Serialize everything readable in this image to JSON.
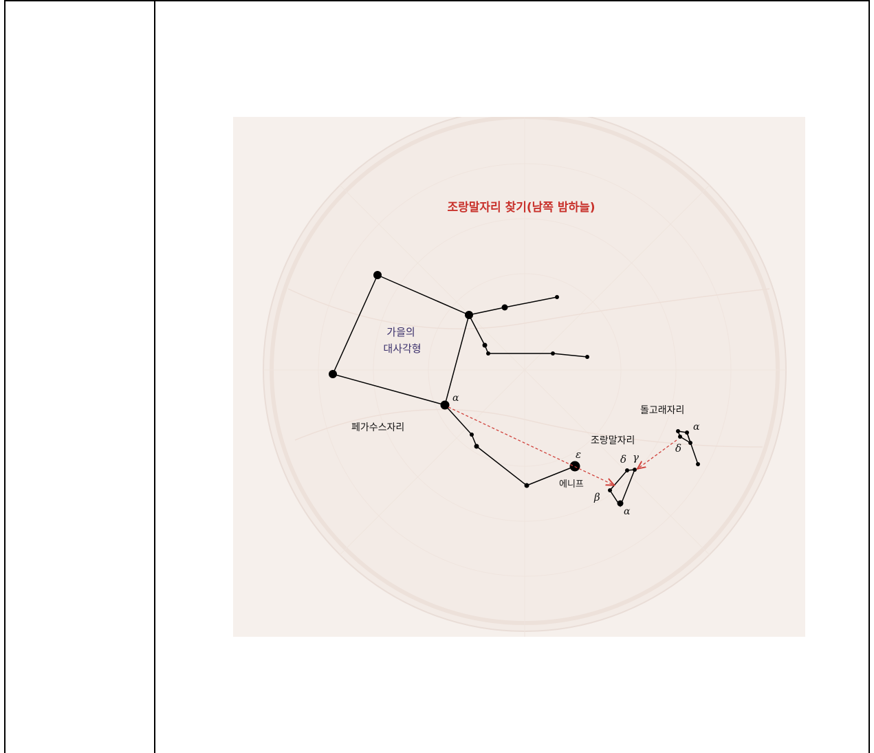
{
  "title": "조랑말자리 찾기(남쪽 밤하늘)",
  "colors": {
    "title": "#c8312b",
    "arrow": "#d0413b",
    "asterism_label": "#3a2f6b",
    "lines": "#000000",
    "map_background": "#f6f0ec"
  },
  "labels": {
    "great_square_line1": "가을의",
    "great_square_line2": "대사각형",
    "pegasus": "페가수스자리",
    "equuleus": "조랑말자리",
    "delphinus": "돌고래자리",
    "enif": "에니프",
    "alpha_pegasus": "α",
    "epsilon": "ε",
    "equuleus_delta": "δ",
    "equuleus_gamma": "γ",
    "equuleus_beta": "β",
    "equuleus_alpha": "α",
    "delphinus_alpha": "α",
    "delphinus_delta": "δ"
  }
}
